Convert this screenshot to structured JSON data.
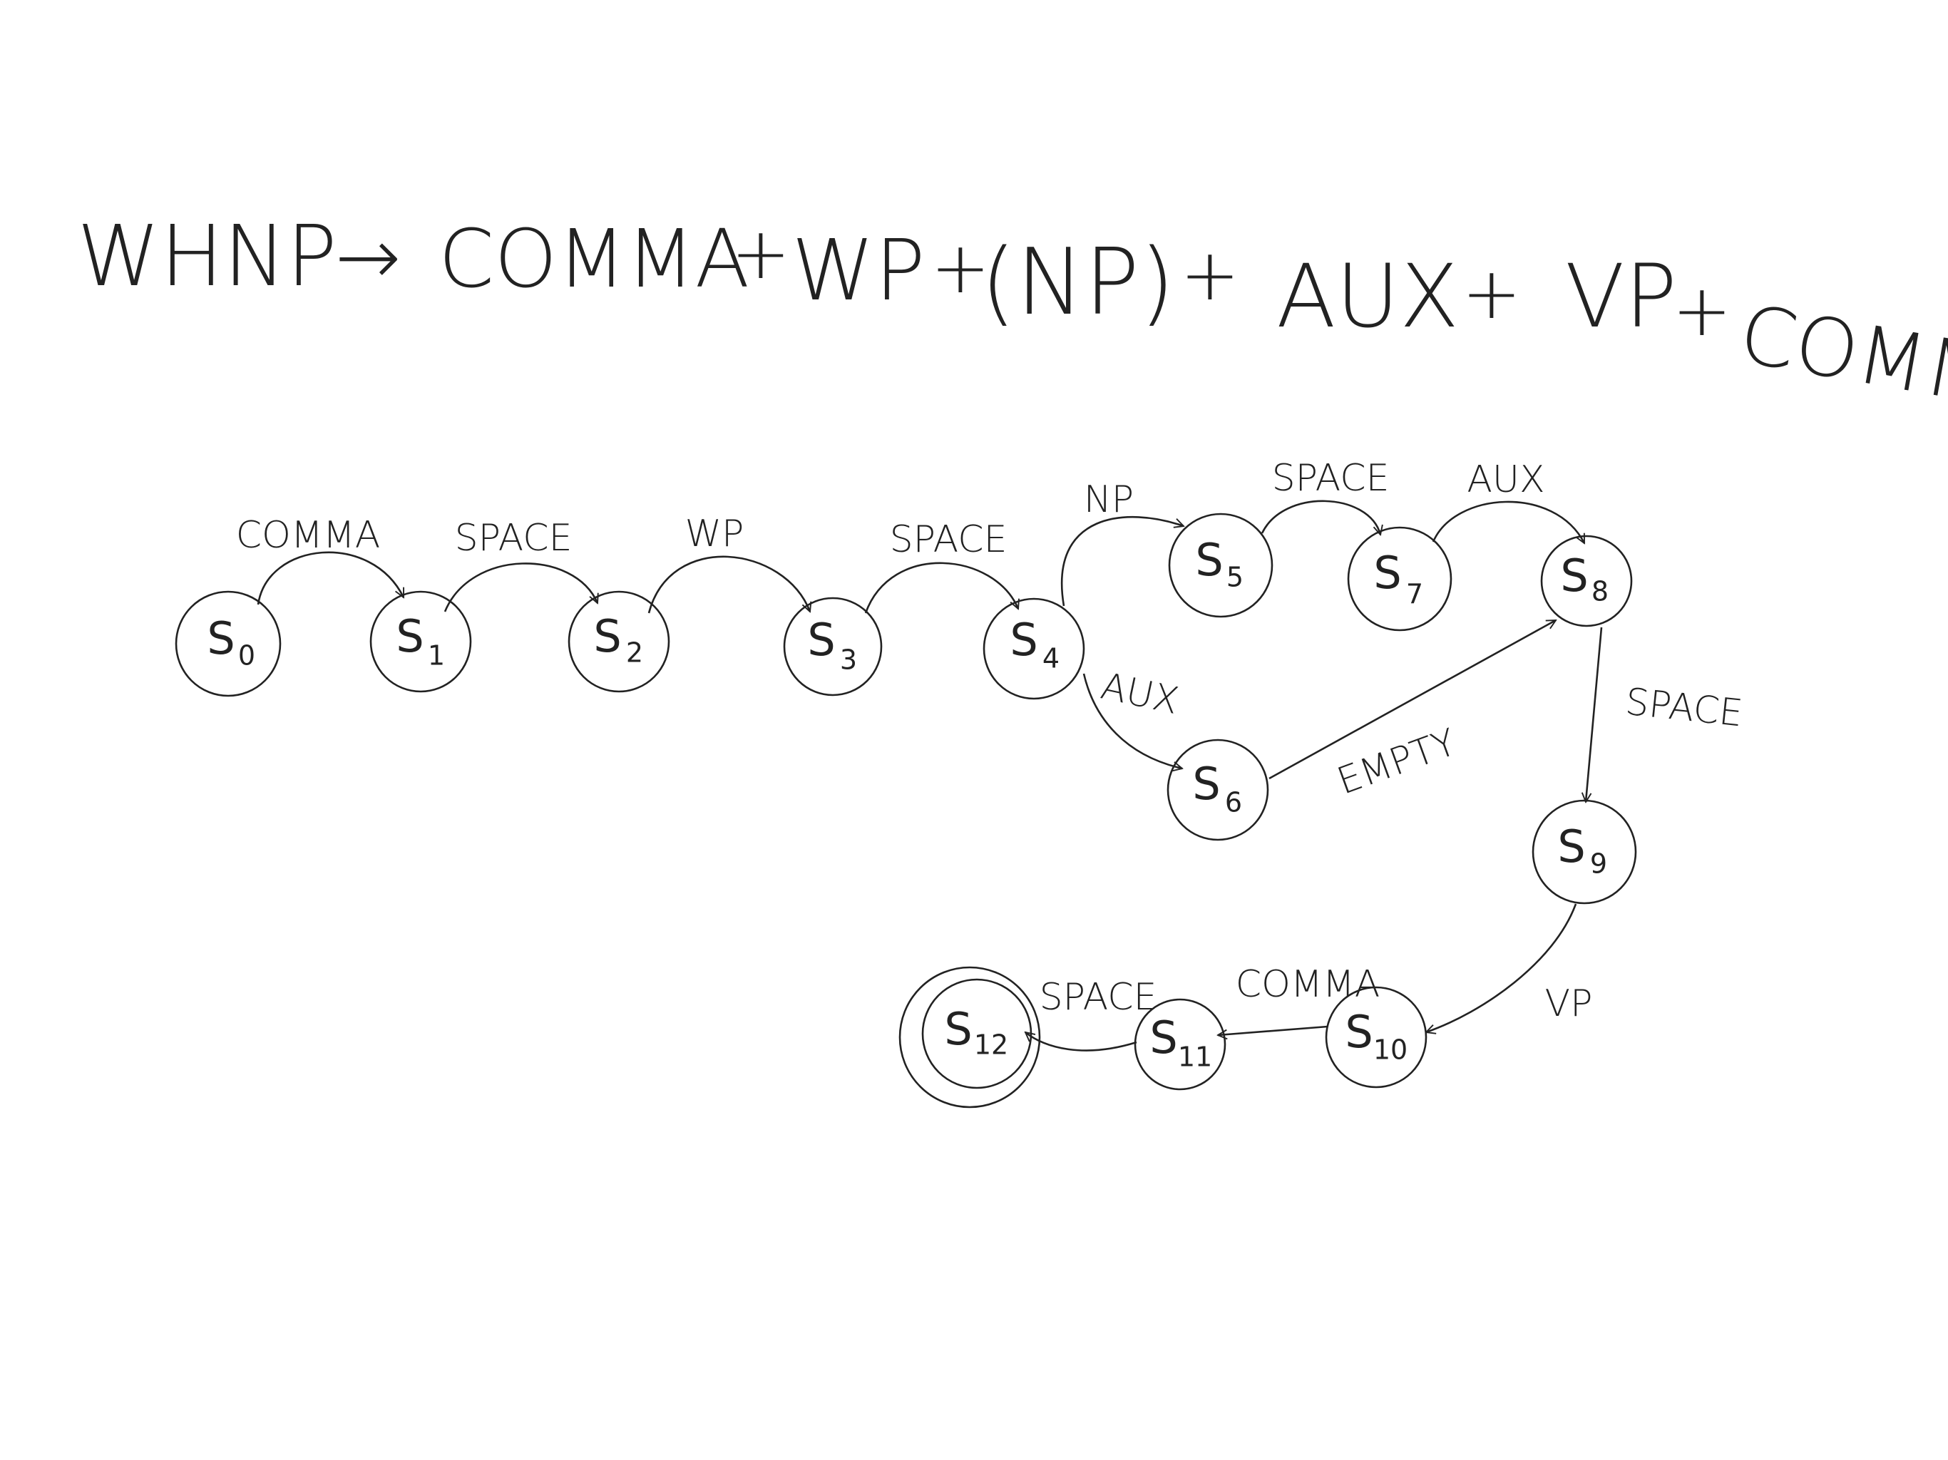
{
  "diagram": {
    "rule": {
      "lhs": "WHNP",
      "arrow": "→",
      "parts": [
        "COMMA",
        "+",
        "WP",
        "+",
        "(NP)",
        "+",
        "AUX",
        "+",
        "VP",
        "+",
        "COMMA"
      ]
    },
    "states": [
      {
        "id": "s0",
        "base": "S",
        "sub": "0",
        "accept": false
      },
      {
        "id": "s1",
        "base": "S",
        "sub": "1",
        "accept": false
      },
      {
        "id": "s2",
        "base": "S",
        "sub": "2",
        "accept": false
      },
      {
        "id": "s3",
        "base": "S",
        "sub": "3",
        "accept": false
      },
      {
        "id": "s4",
        "base": "S",
        "sub": "4",
        "accept": false
      },
      {
        "id": "s5",
        "base": "S",
        "sub": "5",
        "accept": false
      },
      {
        "id": "s6",
        "base": "S",
        "sub": "6",
        "accept": false
      },
      {
        "id": "s7",
        "base": "S",
        "sub": "7",
        "accept": false
      },
      {
        "id": "s8",
        "base": "S",
        "sub": "8",
        "accept": false
      },
      {
        "id": "s9",
        "base": "S",
        "sub": "9",
        "accept": false
      },
      {
        "id": "s10",
        "base": "S",
        "sub": "10",
        "accept": false
      },
      {
        "id": "s11",
        "base": "S",
        "sub": "11",
        "accept": false
      },
      {
        "id": "s12",
        "base": "S",
        "sub": "12",
        "accept": true
      }
    ],
    "transitions": [
      {
        "from": "s0",
        "to": "s1",
        "label": "COMMA"
      },
      {
        "from": "s1",
        "to": "s2",
        "label": "SPACE"
      },
      {
        "from": "s2",
        "to": "s3",
        "label": "WP"
      },
      {
        "from": "s3",
        "to": "s4",
        "label": "SPACE"
      },
      {
        "from": "s4",
        "to": "s5",
        "label": "NP"
      },
      {
        "from": "s5",
        "to": "s7",
        "label": "SPACE"
      },
      {
        "from": "s7",
        "to": "s8",
        "label": "AUX"
      },
      {
        "from": "s4",
        "to": "s6",
        "label": "AUX"
      },
      {
        "from": "s6",
        "to": "s8",
        "label": "EMPTY"
      },
      {
        "from": "s8",
        "to": "s9",
        "label": "SPACE"
      },
      {
        "from": "s9",
        "to": "s10",
        "label": "VP"
      },
      {
        "from": "s10",
        "to": "s11",
        "label": "COMMA"
      },
      {
        "from": "s11",
        "to": "s12",
        "label": "SPACE"
      }
    ]
  }
}
